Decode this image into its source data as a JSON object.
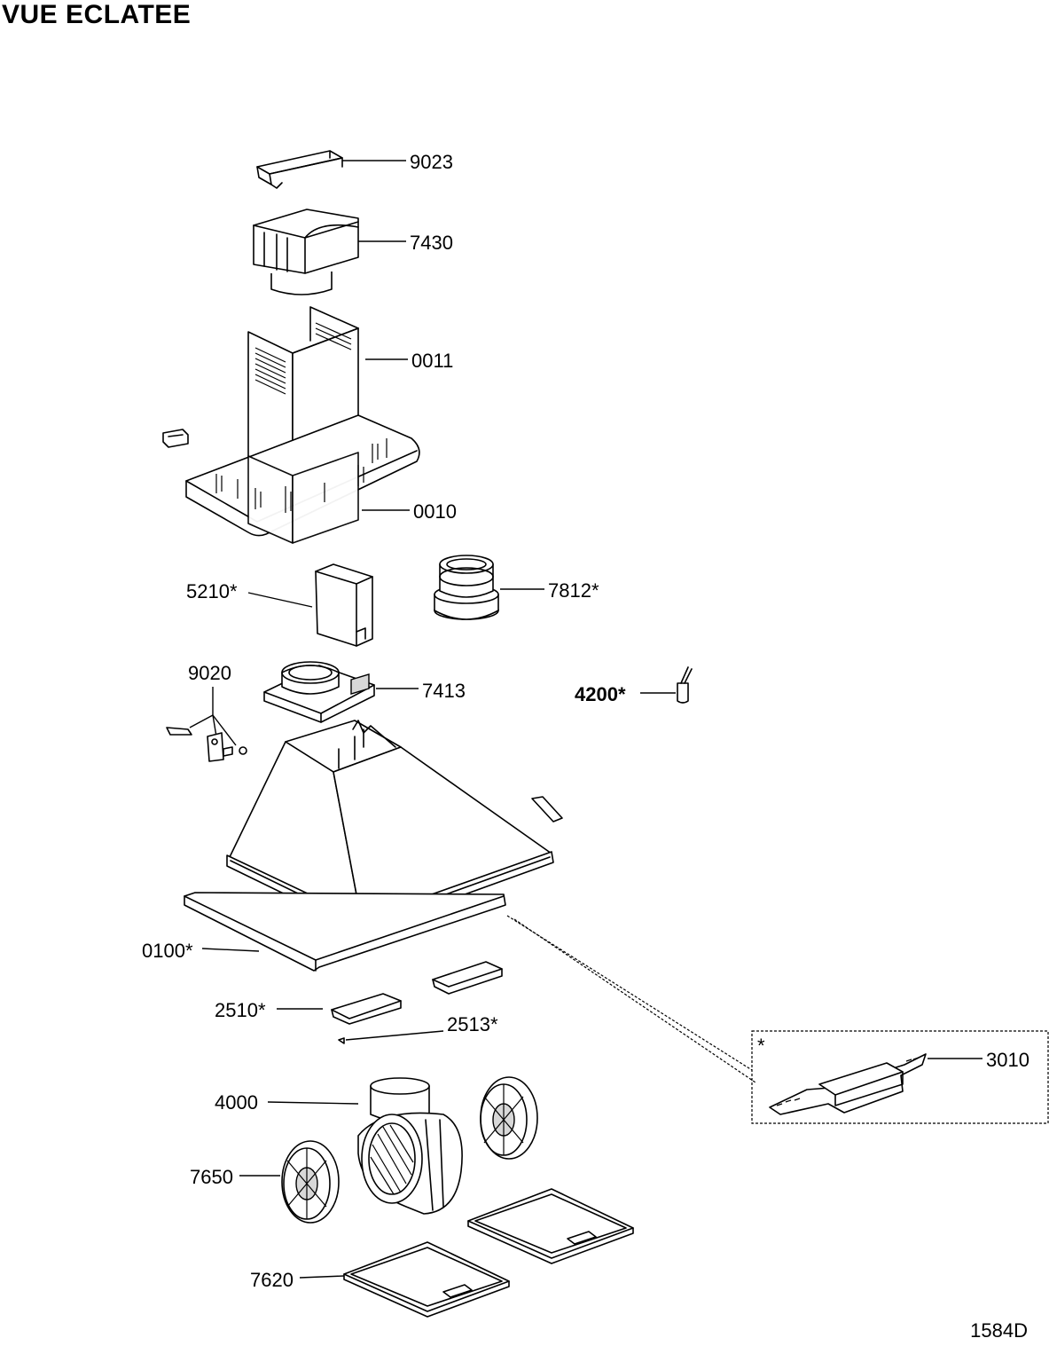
{
  "title": "VUE ECLATEE",
  "drawing_code": "1584D",
  "callouts": {
    "p9023": "9023",
    "p7430": "7430",
    "p0011": "0011",
    "p0010": "0010",
    "p5210": "5210*",
    "p7812": "7812*",
    "p9020": "9020",
    "p7413": "7413",
    "p4200": "4200*",
    "p0100": "0100*",
    "p2510": "2510*",
    "p2513": "2513*",
    "p3010": "3010",
    "p4000": "4000",
    "p7650": "7650",
    "p7620": "7620",
    "option_star": "*"
  }
}
